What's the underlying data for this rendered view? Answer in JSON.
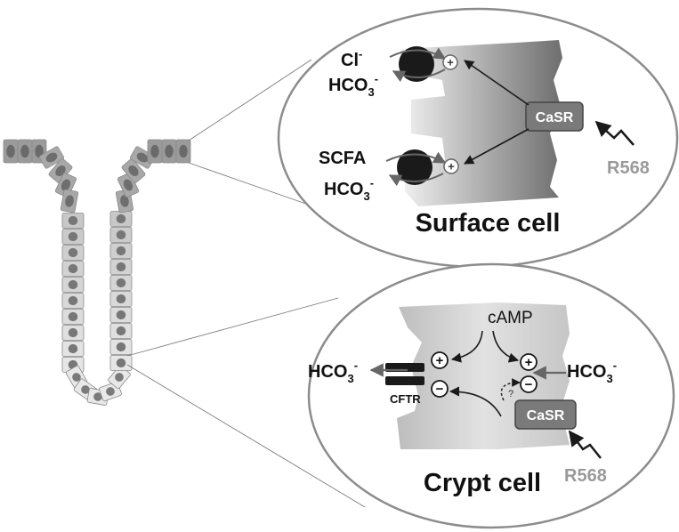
{
  "surface_cell": {
    "title": "Surface cell",
    "cl": "Cl",
    "cl_charge": "-",
    "hco3_top": "HCO",
    "hco3_top_sub": "3",
    "hco3_top_sup": "-",
    "scfa": "SCFA",
    "hco3_bottom": "HCO",
    "hco3_bottom_sub": "3",
    "hco3_bottom_sup": "-",
    "receptor": "CaSR",
    "agonist": "R568",
    "plus": "+"
  },
  "crypt_cell": {
    "title": "Crypt cell",
    "camp": "cAMP",
    "hco3_left": "HCO",
    "hco3_left_sub": "3",
    "hco3_left_sup": "-",
    "hco3_right": "HCO",
    "hco3_right_sub": "3",
    "hco3_right_sup": "-",
    "channel": "CFTR",
    "receptor": "CaSR",
    "agonist": "R568",
    "question": "?",
    "plus": "+",
    "minus": "−"
  },
  "colors": {
    "receptor_box": "#7a7a7a",
    "agonist_text": "#9a9a9a",
    "outline": "#8c8c8c",
    "transporter": "#1a1a1a"
  }
}
